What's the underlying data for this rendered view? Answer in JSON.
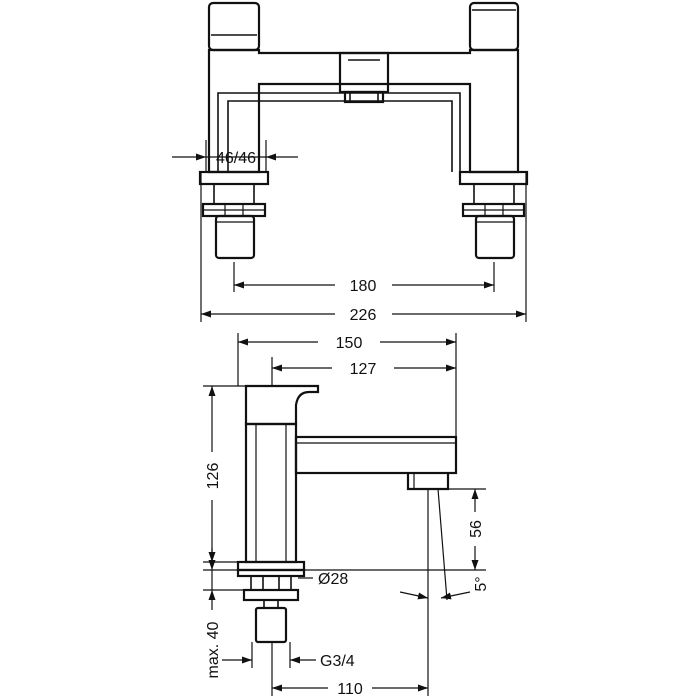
{
  "dimensions": {
    "front": {
      "spacing_min_max": "46/46",
      "center_distance": "180",
      "overall_width": "226"
    },
    "side": {
      "projection": "150",
      "spout_reach": "127",
      "height": "126",
      "spout_clearance": "56",
      "hole_diameter": "Ø28",
      "angle": "5°",
      "max_deck_thickness": "max. 40",
      "thread": "G3/4",
      "spout_center_from_tail": "110"
    }
  }
}
